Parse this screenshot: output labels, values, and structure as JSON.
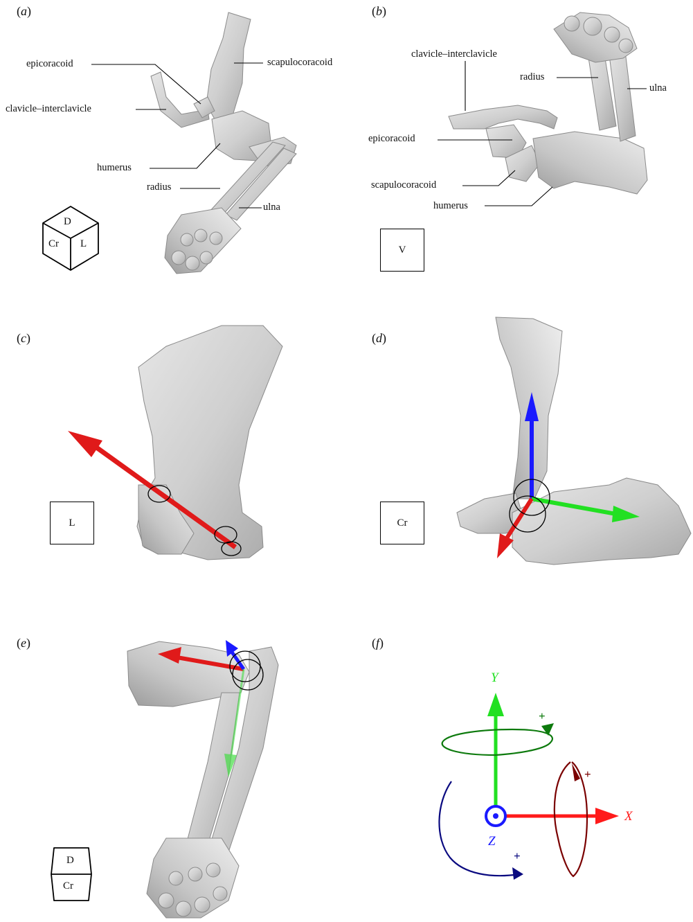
{
  "panels": {
    "a": {
      "letter": "a"
    },
    "b": {
      "letter": "b"
    },
    "c": {
      "letter": "c"
    },
    "d": {
      "letter": "d"
    },
    "e": {
      "letter": "e"
    },
    "f": {
      "letter": "f"
    }
  },
  "annotations_a": {
    "epicoracoid": "epicoracoid",
    "scapulocoracoid": "scapulocoracoid",
    "clavicle": "clavicle–interclavicle",
    "humerus": "humerus",
    "radius": "radius",
    "ulna": "ulna"
  },
  "annotations_b": {
    "clavicle": "clavicle–interclavicle",
    "radius": "radius",
    "ulna": "ulna",
    "epicoracoid": "epicoracoid",
    "scapulocoracoid": "scapulocoracoid",
    "humerus": "humerus"
  },
  "orientation": {
    "a_cube": {
      "top": "D",
      "left": "Cr",
      "right": "L"
    },
    "b": "V",
    "c": "L",
    "d": "Cr",
    "e_box": {
      "top": "D",
      "bottom": "Cr"
    }
  },
  "axes_f": {
    "x": "X",
    "y": "Y",
    "z": "Z",
    "plus": "+",
    "colors": {
      "x": "#ff1a1a",
      "y": "#22e022",
      "z": "#1a1aff",
      "rot_x": "#7a0000",
      "rot_y": "#0d7a0d",
      "rot_z": "#0a0a80"
    }
  }
}
